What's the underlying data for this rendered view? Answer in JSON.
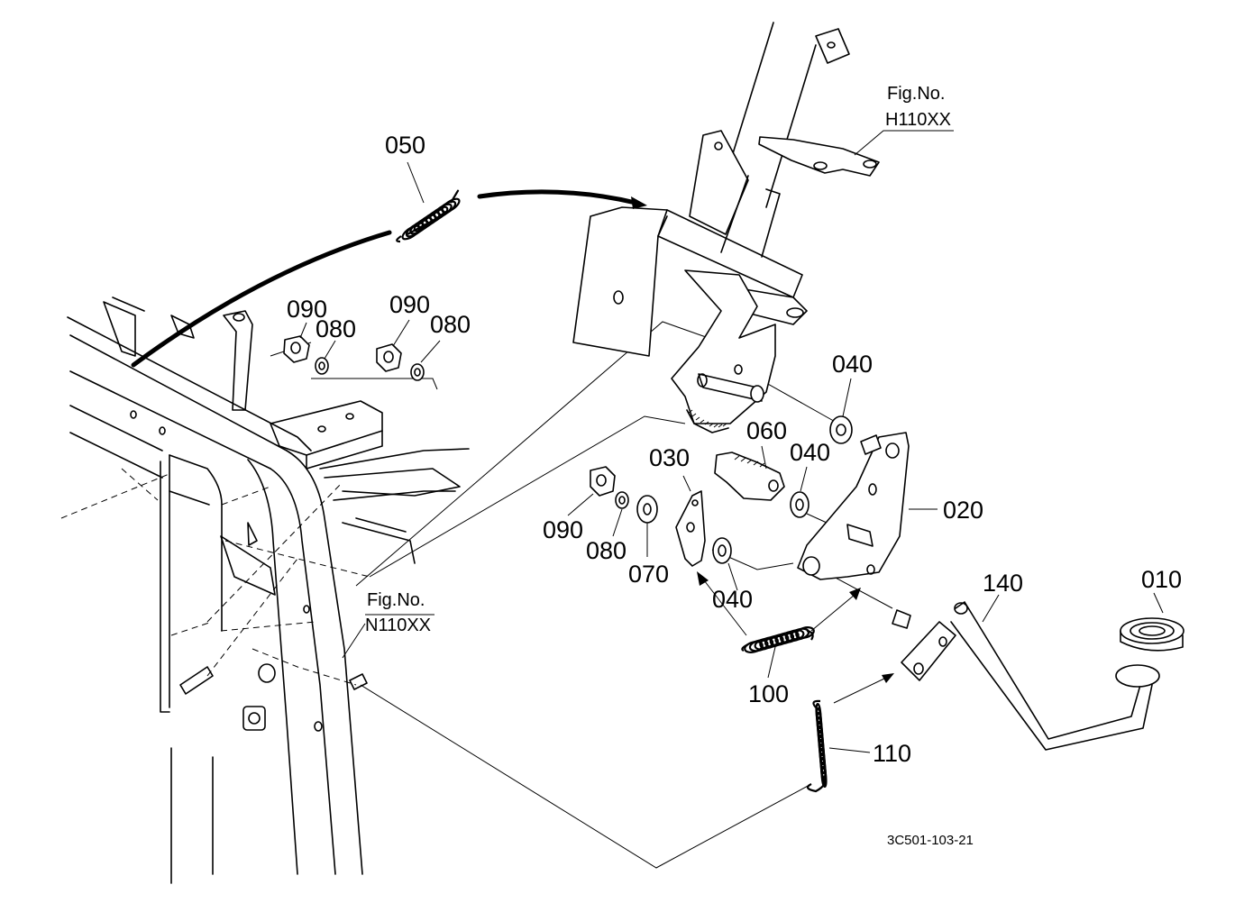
{
  "callouts": {
    "p010": "010",
    "p020": "020",
    "p030": "030",
    "p040_a": "040",
    "p040_b": "040",
    "p040_c": "040",
    "p050": "050",
    "p060": "060",
    "p070": "070",
    "p080_a": "080",
    "p080_b": "080",
    "p080_c": "080",
    "p090_a": "090",
    "p090_b": "090",
    "p090_c": "090",
    "p100": "100",
    "p110": "110",
    "p140": "140"
  },
  "figure_refs": {
    "upper": {
      "line1": "Fig.No.",
      "line2": "H110XX"
    },
    "lower": {
      "line1": "Fig.No.",
      "line2": "N110XX"
    }
  },
  "drawing_code": "3C501-103-21"
}
